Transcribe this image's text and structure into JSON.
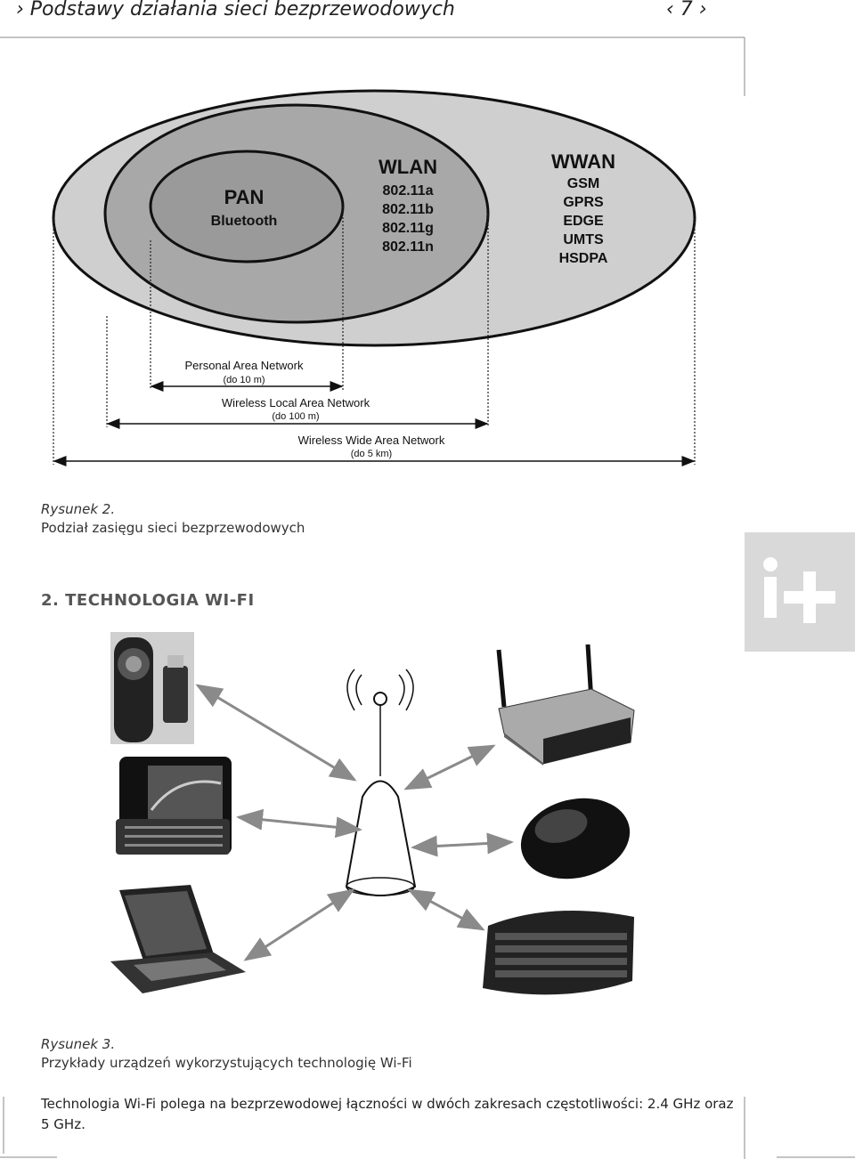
{
  "header": {
    "title": "› Podstawy działania sieci bezprzewodowych",
    "page": "‹ 7 ›"
  },
  "figure2": {
    "pan": {
      "title": "PAN",
      "items": [
        "Bluetooth"
      ]
    },
    "wlan": {
      "title": "WLAN",
      "items": [
        "802.11a",
        "802.11b",
        "802.11g",
        "802.11n"
      ]
    },
    "wwan": {
      "title": "WWAN",
      "items": [
        "GSM",
        "GPRS",
        "EDGE",
        "UMTS",
        "HSDPA"
      ]
    },
    "ranges": [
      {
        "name": "Personal Area Network",
        "range": "(do 10 m)"
      },
      {
        "name": "Wireless Local Area Network",
        "range": "(do 100 m)"
      },
      {
        "name": "Wireless Wide Area Network",
        "range": "(do 5 km)"
      }
    ],
    "caption_label": "Rysunek 2.",
    "caption_text": "Podział zasięgu sieci bezprzewodowych"
  },
  "section": {
    "heading": "2. TECHNOLOGIA WI-FI"
  },
  "sidebar_badge": {
    "label": "i+"
  },
  "figure3": {
    "caption_label": "Rysunek 3.",
    "caption_text": "Przykłady urządzeń wykorzystujących technologię Wi-Fi"
  },
  "body": {
    "paragraph": "Technologia Wi-Fi polega na bezprzewodowej łączności w dwóch zakresach częstotliwości: 2.4 GHz oraz 5 GHz."
  },
  "colors": {
    "outer_ellipse": "#cfcfcf",
    "middle_ellipse": "#a8a8a8",
    "inner_ellipse": "#9a9a9a",
    "badge": "#d9d9d9"
  }
}
